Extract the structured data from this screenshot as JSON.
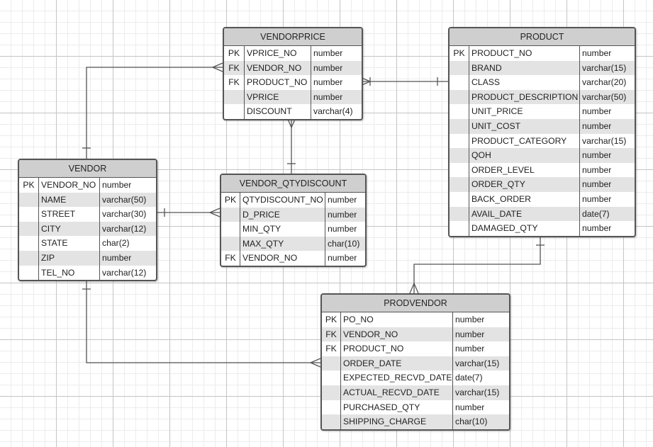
{
  "entities": [
    {
      "id": "vendorprice",
      "title": "VENDORPRICE",
      "fields": [
        {
          "key": "PK",
          "name": "VPRICE_NO",
          "type": "number"
        },
        {
          "key": "FK",
          "name": "VENDOR_NO",
          "type": "number"
        },
        {
          "key": "FK",
          "name": "PRODUCT_NO",
          "type": "number"
        },
        {
          "key": "",
          "name": "VPRICE",
          "type": "number"
        },
        {
          "key": "",
          "name": "DISCOUNT",
          "type": "varchar(4)"
        }
      ]
    },
    {
      "id": "product",
      "title": "PRODUCT",
      "fields": [
        {
          "key": "PK",
          "name": "PRODUCT_NO",
          "type": "number"
        },
        {
          "key": "",
          "name": "BRAND",
          "type": "varchar(15)"
        },
        {
          "key": "",
          "name": "CLASS",
          "type": "varchar(20)"
        },
        {
          "key": "",
          "name": "PRODUCT_DESCRIPTION",
          "type": "varchar(50)"
        },
        {
          "key": "",
          "name": "UNIT_PRICE",
          "type": "number"
        },
        {
          "key": "",
          "name": "UNIT_COST",
          "type": "number"
        },
        {
          "key": "",
          "name": "PRODUCT_CATEGORY",
          "type": "varchar(15)"
        },
        {
          "key": "",
          "name": "QOH",
          "type": "number"
        },
        {
          "key": "",
          "name": "ORDER_LEVEL",
          "type": "number"
        },
        {
          "key": "",
          "name": "ORDER_QTY",
          "type": "number"
        },
        {
          "key": "",
          "name": "BACK_ORDER",
          "type": "number"
        },
        {
          "key": "",
          "name": "AVAIL_DATE",
          "type": "date(7)"
        },
        {
          "key": "",
          "name": "DAMAGED_QTY",
          "type": "number"
        }
      ]
    },
    {
      "id": "vendor",
      "title": "VENDOR",
      "fields": [
        {
          "key": "PK",
          "name": "VENDOR_NO",
          "type": "number"
        },
        {
          "key": "",
          "name": "NAME",
          "type": "varchar(50)"
        },
        {
          "key": "",
          "name": "STREET",
          "type": "varchar(30)"
        },
        {
          "key": "",
          "name": "CITY",
          "type": "varchar(12)"
        },
        {
          "key": "",
          "name": "STATE",
          "type": "char(2)"
        },
        {
          "key": "",
          "name": "ZIP",
          "type": "number"
        },
        {
          "key": "",
          "name": "TEL_NO",
          "type": "varchar(12)"
        }
      ]
    },
    {
      "id": "vendor-qtydiscount",
      "title": "VENDOR_QTYDISCOUNT",
      "fields": [
        {
          "key": "PK",
          "name": "QTYDISCOUNT_NO",
          "type": "number"
        },
        {
          "key": "",
          "name": "D_PRICE",
          "type": "number"
        },
        {
          "key": "",
          "name": "MIN_QTY",
          "type": "number"
        },
        {
          "key": "",
          "name": "MAX_QTY",
          "type": "char(10)"
        },
        {
          "key": "FK",
          "name": "VENDOR_NO",
          "type": "number"
        }
      ]
    },
    {
      "id": "prodvendor",
      "title": "PRODVENDOR",
      "fields": [
        {
          "key": "PK",
          "name": "PO_NO",
          "type": "number"
        },
        {
          "key": "FK",
          "name": "VENDOR_NO",
          "type": "number"
        },
        {
          "key": "FK",
          "name": "PRODUCT_NO",
          "type": "number"
        },
        {
          "key": "",
          "name": "ORDER_DATE",
          "type": "varchar(15)"
        },
        {
          "key": "",
          "name": "EXPECTED_RECVD_DATE",
          "type": "date(7)"
        },
        {
          "key": "",
          "name": "ACTUAL_RECVD_DATE",
          "type": "varchar(15)"
        },
        {
          "key": "",
          "name": "PURCHASED_QTY",
          "type": "number"
        },
        {
          "key": "",
          "name": "SHIPPING_CHARGE",
          "type": "char(10)"
        }
      ]
    }
  ],
  "relationships": [
    {
      "from": "vendor",
      "from_cardinality": "one",
      "to": "vendorprice",
      "to_cardinality": "many"
    },
    {
      "from": "product",
      "from_cardinality": "one",
      "to": "vendorprice",
      "to_cardinality": "one-or-many"
    },
    {
      "from": "vendor",
      "from_cardinality": "one",
      "to": "vendor-qtydiscount",
      "to_cardinality": "many"
    },
    {
      "from": "vendorprice",
      "from_cardinality": "many",
      "to": "vendor-qtydiscount",
      "to_cardinality": "one"
    },
    {
      "from": "product",
      "from_cardinality": "one",
      "to": "prodvendor",
      "to_cardinality": "many"
    },
    {
      "from": "vendor",
      "from_cardinality": "one",
      "to": "prodvendor",
      "to_cardinality": "many"
    }
  ]
}
